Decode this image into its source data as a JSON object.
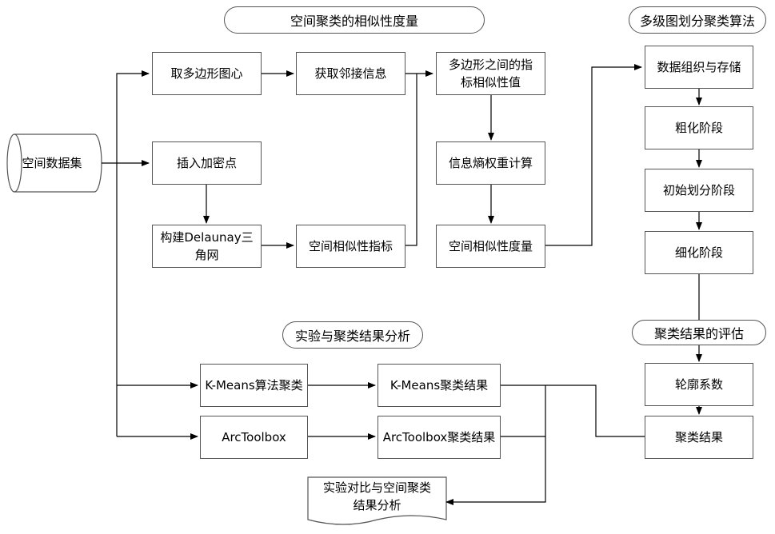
{
  "section_titles": {
    "similarity": "空间聚类的相似性度量",
    "multilevel": "多级图划分聚类算法",
    "experiment": "实验与聚类结果分析",
    "evaluation": "聚类结果的评估"
  },
  "source": {
    "dataset": "空间数据集"
  },
  "similarity_steps": {
    "centroid": "取多边形图心",
    "adjacency": "获取邻接信息",
    "polygon_similarity": "多边形之间的指标相似性值",
    "densify": "插入加密点",
    "delaunay": "构建Delaunay三角网",
    "spatial_index": "空间相似性指标",
    "entropy_weight": "信息熵权重计算",
    "spatial_measure": "空间相似性度量"
  },
  "multilevel_steps": {
    "data_org": "数据组织与存储",
    "coarsen": "粗化阶段",
    "initial_partition": "初始划分阶段",
    "refine": "细化阶段"
  },
  "evaluation_steps": {
    "silhouette": "轮廓系数",
    "result": "聚类结果"
  },
  "experiment_steps": {
    "kmeans": "K-Means算法聚类",
    "kmeans_result": "K-Means聚类结果",
    "arctoolbox": "ArcToolbox",
    "arctoolbox_result": "ArcToolbox聚类结果",
    "comparison": "实验对比与空间聚类结果分析"
  }
}
